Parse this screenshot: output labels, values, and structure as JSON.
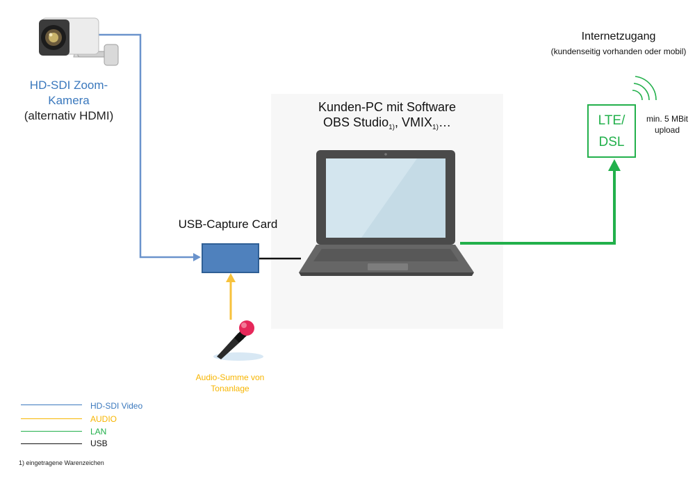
{
  "camera": {
    "label": "HD-SDI Zoom-\nKamera",
    "sublabel": "(alternativ HDMI)"
  },
  "pc": {
    "title": "Kunden-PC mit Software",
    "software_line": "OBS Studio, VMIX…",
    "obs": "OBS Studio",
    "vmix": ", VMIX",
    "sup": "1)",
    "ellipsis": "…"
  },
  "capture": {
    "label": "USB-Capture Card"
  },
  "internet": {
    "title": "Internetzugang",
    "note": "(kundenseitig vorhanden oder mobil)"
  },
  "lte": {
    "line1": "LTE/",
    "line2": "DSL"
  },
  "upload": "min. 5 MBit upload",
  "audio": "Audio-Summe von Tonanlage",
  "legend": [
    {
      "label": "HD-SDI Video",
      "color": "#3a78bd"
    },
    {
      "label": "AUDIO",
      "color": "#f7b500"
    },
    {
      "label": "LAN",
      "color": "#22b04b"
    },
    {
      "label": "USB",
      "color": "#111111"
    }
  ],
  "footnote": "1) eingetragene Warenzeichen",
  "colors": {
    "video": "#6a93cc",
    "audio": "#f7c23c",
    "lan": "#22b04b",
    "usb": "#111111",
    "capture": "#4f81bd"
  }
}
